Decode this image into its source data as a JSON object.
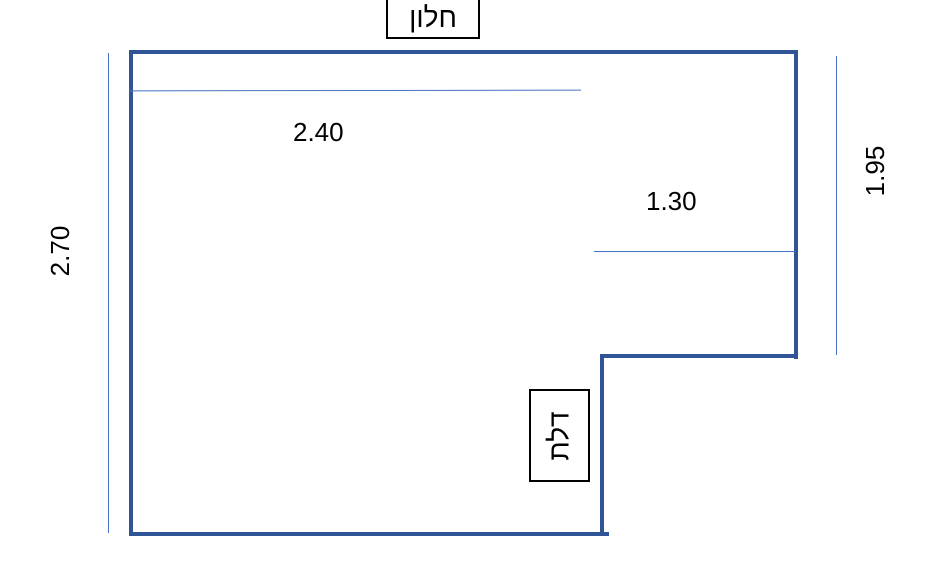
{
  "diagram": {
    "type": "floor-plan",
    "colors": {
      "wall": "#2f5597",
      "dimension_line": "#4472c4",
      "text": "#000000"
    },
    "labels": {
      "window": "חלון",
      "door": "דלת"
    },
    "dimensions": {
      "top_width": "2.40",
      "notch_width": "1.30",
      "left_height": "2.70",
      "right_height": "1.95"
    }
  }
}
